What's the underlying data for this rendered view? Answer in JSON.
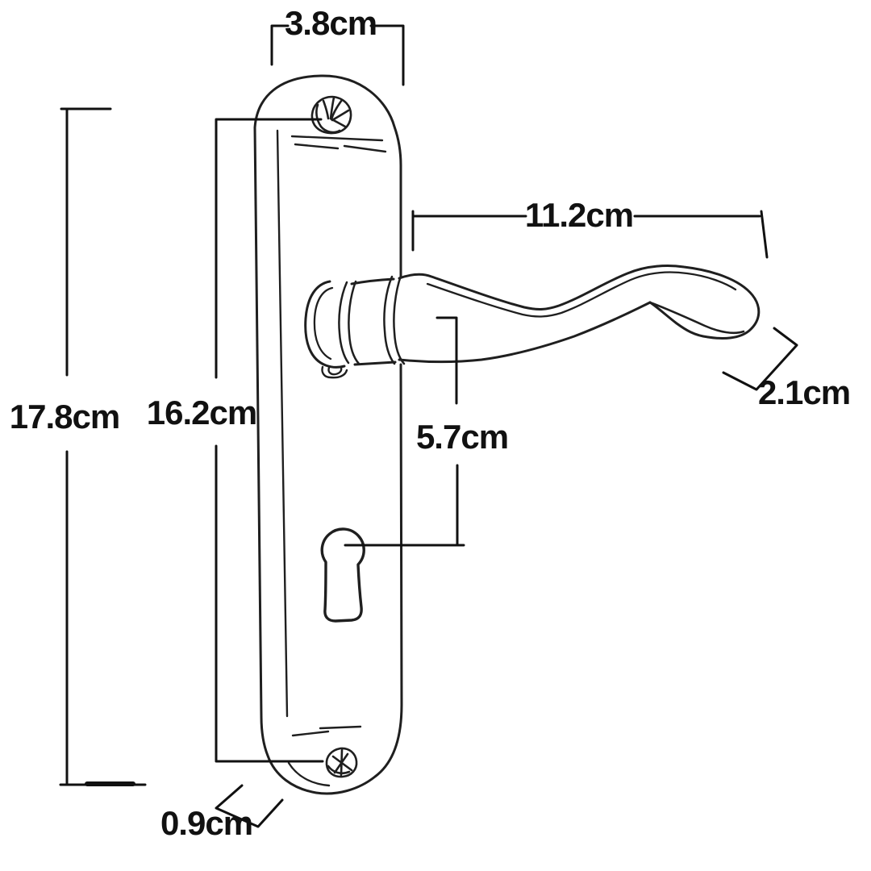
{
  "drawing": {
    "subject": "door-handle-technical-sketch",
    "parts": [
      "backplate",
      "top-screw",
      "bottom-screw",
      "keyhole",
      "lever-handle"
    ]
  },
  "dimensions": {
    "plate_width": "3.8cm",
    "overall_height": "17.8cm",
    "screw_centres_height": "16.2cm",
    "handle_length": "11.2cm",
    "handle_tip_width": "2.1cm",
    "spindle_to_keyhole": "5.7cm",
    "plate_edge_depth": "0.9cm"
  },
  "colors": {
    "ink": "#1f1f1f",
    "background": "#ffffff"
  }
}
